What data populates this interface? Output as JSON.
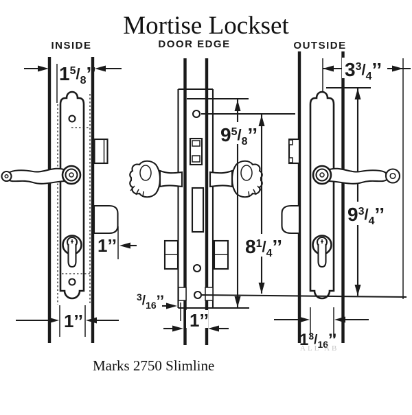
{
  "title": "Mortise Lockset",
  "caption": "Marks 2750 Slimline",
  "watermark": "ALL AB",
  "labels": {
    "inside": "INSIDE",
    "door_edge": "DOOR EDGE",
    "outside": "OUTSIDE"
  },
  "colors": {
    "ink": "#1a1a1a",
    "paper": "#ffffff",
    "watermark_gray": "#c6c6c6"
  },
  "dims": {
    "inside_stile_width": {
      "w": "1",
      "n": "5",
      "s": "/",
      "d": "8",
      "q": "’’"
    },
    "deadbolt_throw": {
      "label": "1’’"
    },
    "inside_plate_width": {
      "label": "1’’"
    },
    "faceplate_screw_spacing": {
      "w": "9",
      "n": "5",
      "s": "/",
      "d": "8",
      "q": "’’"
    },
    "cylinder_screw_spacing": {
      "w": "8",
      "n": "1",
      "s": "/",
      "d": "4",
      "q": "’’"
    },
    "faceplate_lip": {
      "n": "3",
      "s": "/",
      "d": "16",
      "q": "’’"
    },
    "faceplate_width": {
      "label": "1’’"
    },
    "outside_projection": {
      "w": "3",
      "n": "3",
      "s": "/",
      "d": "4",
      "q": "’’"
    },
    "outside_plate_height": {
      "w": "9",
      "n": "3",
      "s": "/",
      "d": "4",
      "q": "’’"
    },
    "outside_plate_width": {
      "w": "1",
      "n": "3",
      "s": "/",
      "d": "16",
      "q": "’’"
    }
  }
}
